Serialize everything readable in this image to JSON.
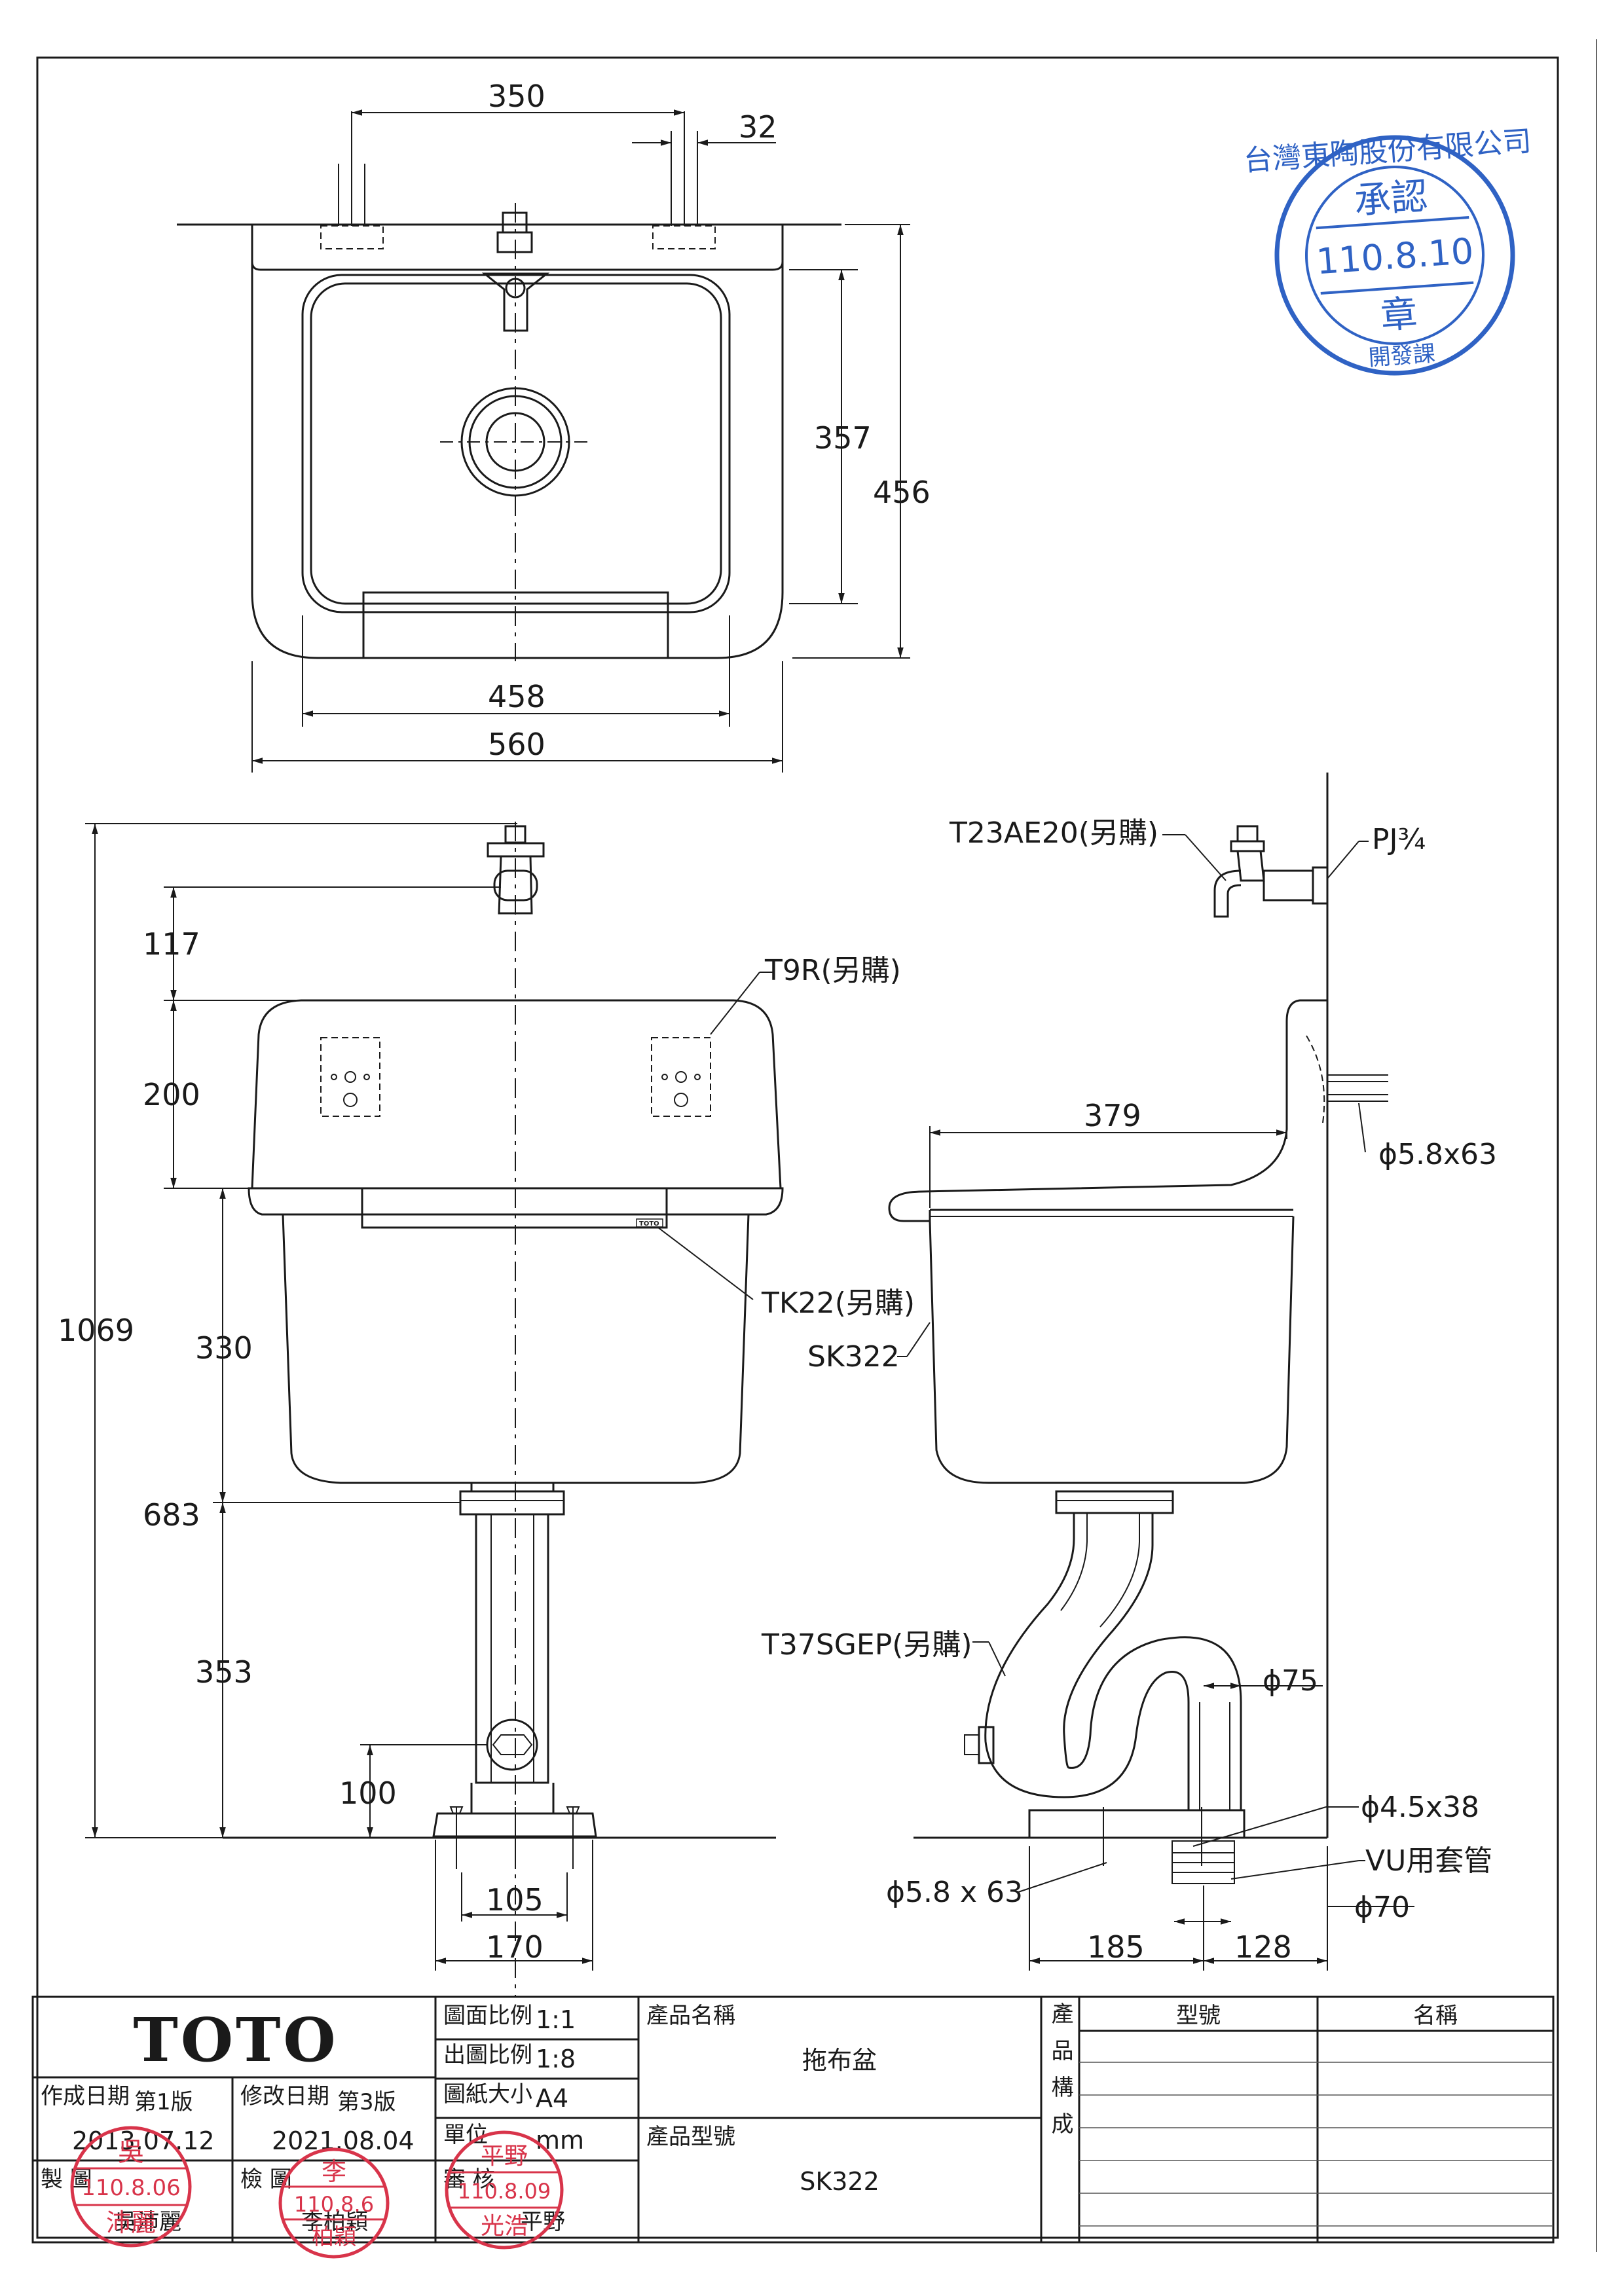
{
  "top_view": {
    "dims": {
      "d350": "350",
      "d32": "32",
      "d357": "357",
      "d456": "456",
      "d458": "458",
      "d560": "560"
    }
  },
  "front_view": {
    "dims": {
      "d117": "117",
      "d200": "200",
      "d1069": "1069",
      "d330": "330",
      "d683": "683",
      "d353": "353",
      "d100": "100",
      "d105": "105",
      "d170": "170"
    },
    "labels": {
      "t9r": "T9R(另購)",
      "tk22": "TK22(另購)",
      "sk322": "SK322",
      "toto_small": "TOTO"
    }
  },
  "side_view": {
    "dims": {
      "d379": "379",
      "d185": "185",
      "d128": "128"
    },
    "labels": {
      "t23": "T23AE20(另購)",
      "pj": "PJ¾",
      "phi58_63_a": "ϕ5.8x63",
      "t37": "T37SGEP(另購)",
      "phi75": "ϕ75",
      "phi45": "ϕ4.5x38",
      "vu": "VU用套管",
      "phi58_63_b": "ϕ5.8 x 63",
      "phi70": "ϕ70"
    }
  },
  "title_block": {
    "logo": "TOTO",
    "scale_label": "圖面比例",
    "scale_value": "1:1",
    "out_scale_label": "出圖比例",
    "out_scale_value": "1:8",
    "paper_label": "圖紙大小",
    "paper_value": "A4",
    "unit_label": "單位",
    "unit_value": "mm",
    "made_date_label": "作成日期",
    "made_version": "第1版",
    "made_date": "2013.07.12",
    "rev_date_label": "修改日期",
    "rev_version": "第3版",
    "rev_date": "2021.08.04",
    "drawn_label": "製 圖",
    "drawn_name": "吳沛麗",
    "check_label": "檢 圖",
    "check_name": "李柏穎",
    "review_label": "審 核",
    "review_name": "平野",
    "product_name_label": "產品名稱",
    "product_name": "拖布盆",
    "product_model_label": "產品型號",
    "product_model": "SK322",
    "composition_label": "產品構成",
    "col_model": "型號",
    "col_name": "名稱"
  },
  "stamps": {
    "approval": {
      "company": "台灣東陶股份有限公司",
      "title": "承認",
      "date": "110.8.10",
      "seal": "章",
      "dept": "開發課"
    },
    "drawn": {
      "surname": "吳",
      "date": "110.8.06",
      "name": "沛麗"
    },
    "check": {
      "surname": "李",
      "date": "110.8.6",
      "name": "柏穎"
    },
    "review": {
      "surname": "平野",
      "date": "110.8.09",
      "name": "光浩"
    },
    "colors": {
      "blue": "#2f62c4",
      "red": "#d8344a"
    }
  }
}
